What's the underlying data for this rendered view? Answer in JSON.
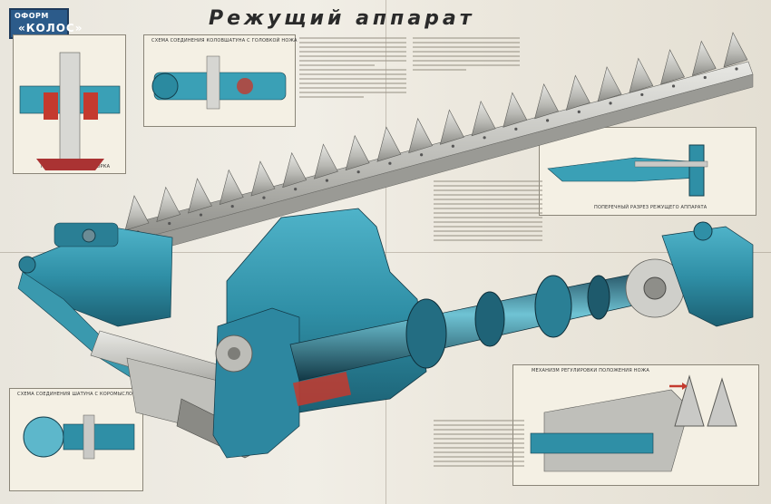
{
  "logo": {
    "line1": "ОФОРМ",
    "line2": "«КОЛОС»"
  },
  "title": "Режущий аппарат",
  "insets": {
    "bearing_section": {
      "caption": "ПОДШИПНИКОВАЯ СБОРКА"
    },
    "knife_head": {
      "caption": "СХЕМА СОЕДИНЕНИЯ КОЛОВШАТУНА С ГОЛОВКОЙ НОЖА"
    },
    "cross_section": {
      "caption": "ПОПЕРЕЧНЫЙ РАЗРЕЗ РЕЖУЩЕГО АППАРАТА"
    },
    "rod_joint": {
      "caption": "СХЕМА СОЕДИНЕНИЯ ШАТУНА С КОРОМЫСЛОМ"
    },
    "position": {
      "caption": "МЕХАНИЗМ РЕГУЛИРОВКИ ПОЛОЖЕНИЯ НОЖА"
    }
  },
  "colors": {
    "machine_blue": "#2f8fa6",
    "machine_dark": "#1f6a80",
    "steel": "#c9c9c6",
    "accent_red": "#c43a2e"
  }
}
